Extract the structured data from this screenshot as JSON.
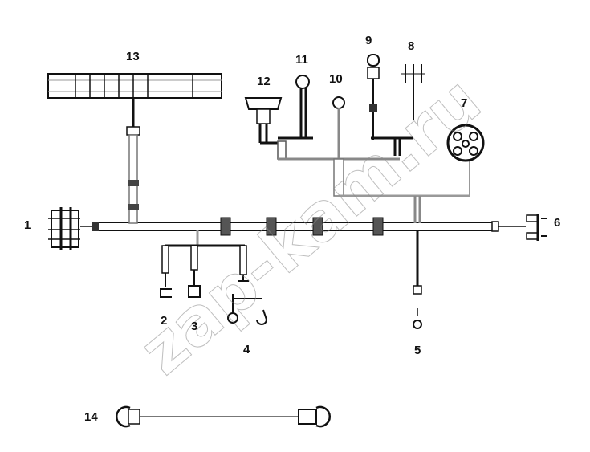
{
  "diagram": {
    "callouts": {
      "c1": "1",
      "c2": "2",
      "c3": "3",
      "c4": "4",
      "c5": "5",
      "c6": "6",
      "c7": "7",
      "c8": "8",
      "c9": "9",
      "c10": "10",
      "c11": "11",
      "c12": "12",
      "c13": "13",
      "c14": "14"
    },
    "watermark": "zap-kam.ru",
    "corner_mark": "–"
  }
}
